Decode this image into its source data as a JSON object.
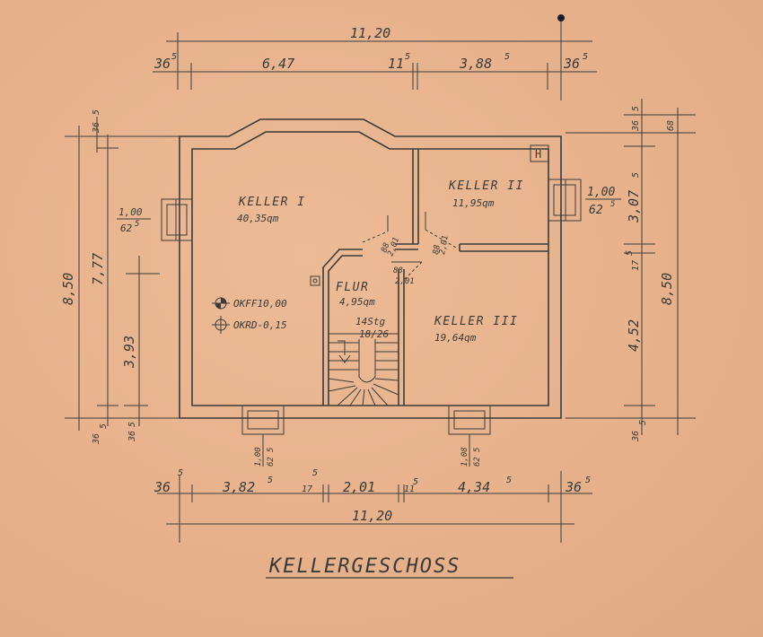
{
  "title": "KELLERGESCHOSS",
  "colors": {
    "paper": "#e8b48e",
    "ink": "#3b3b3b"
  },
  "top_dims": {
    "overall": "11,20",
    "left_edge": "36",
    "left_edge_sup": "5",
    "segment_a": "6,47",
    "mid_wall": "11",
    "mid_wall_sup": "5",
    "segment_b": "3,88",
    "segment_b_sup": "5",
    "right_edge": "36",
    "right_edge_sup": "5"
  },
  "bottom_dims": {
    "overall": "11,20",
    "left_edge": "36",
    "left_edge_sup": "5",
    "segment_a": "3,82",
    "segment_a_sup": "5",
    "wall_a": "17",
    "wall_a_sup": "5",
    "segment_b": "2,01",
    "wall_b": "11",
    "wall_b_sup": "5",
    "segment_c": "4,34",
    "segment_c_sup": "5",
    "right_edge": "36",
    "right_edge_sup": "5"
  },
  "left_dims": {
    "overall": "8,50",
    "inner": "7,77",
    "partial": "3,93",
    "top_wall": "36",
    "top_wall_sup": "5",
    "bottom_wall": "36",
    "bottom_wall_sup": "5",
    "bottom_small": "36",
    "bottom_small_sup": "5"
  },
  "right_dims": {
    "overall": "8,50",
    "top_wall": "36",
    "top_wall_sup": "5",
    "top_offset": "68",
    "upper": "3,07",
    "upper_sup": "5",
    "mid_wall": "17",
    "mid_wall_sup": "5",
    "lower": "4,52",
    "bottom_wall": "36",
    "bottom_wall_sup": "5"
  },
  "windows": [
    {
      "width": "1,00",
      "height": "62",
      "height_sup": "5"
    },
    {
      "width": "1,00",
      "height": "62",
      "height_sup": "5"
    },
    {
      "width": "1,00",
      "height": "62",
      "height_sup": "5"
    },
    {
      "width": "1,08",
      "height": "62",
      "height_sup": "5"
    }
  ],
  "rooms": [
    {
      "name": "KELLER I",
      "area": "40,35qm"
    },
    {
      "name": "KELLER II",
      "area": "11,95qm"
    },
    {
      "name": "FLUR",
      "area": "4,95qm"
    },
    {
      "name": "KELLER III",
      "area": "19,64qm"
    }
  ],
  "stairs": {
    "steps": "14Stg",
    "ratio": "18/26"
  },
  "levels": {
    "okff": "OKFF10,00",
    "okrd": "OKRD-0,15"
  },
  "door_marks": [
    "88",
    "2,01",
    "88",
    "2,01",
    "88",
    "2,01"
  ],
  "heating_mark": "H"
}
